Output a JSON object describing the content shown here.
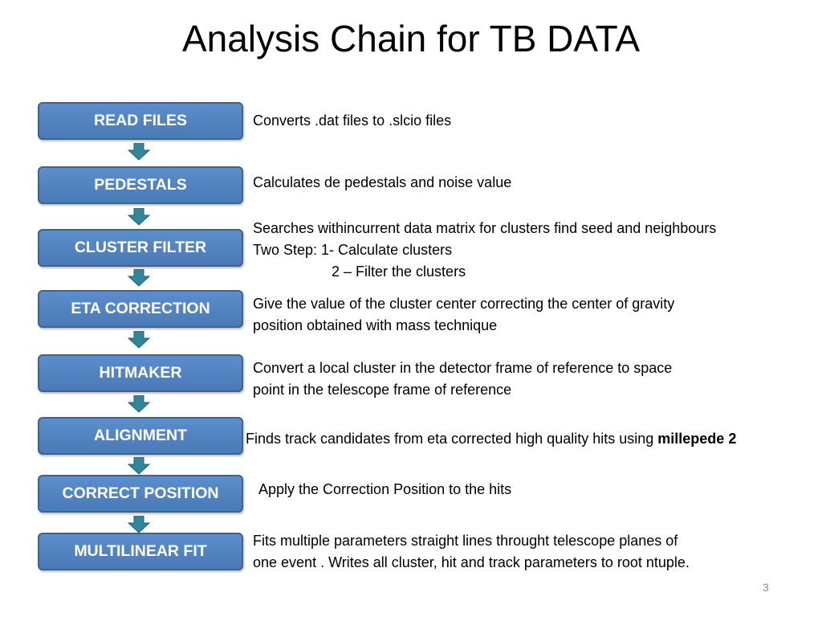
{
  "title": "Analysis Chain for TB DATA",
  "steps": [
    {
      "label": "READ FILES",
      "description": "Converts .dat files to .slcio files"
    },
    {
      "label": "PEDESTALS",
      "description": "Calculates de pedestals and noise value"
    },
    {
      "label": "CLUSTER FILTER",
      "description_lines": [
        "Searches withincurrent data matrix for clusters find seed and neighbours",
        "Two Step: 1- Calculate clusters",
        "2 – Filter the clusters"
      ]
    },
    {
      "label": "ETA CORRECTION",
      "description_lines": [
        "Give the value of the cluster center correcting the center of gravity",
        "position obtained with mass technique"
      ]
    },
    {
      "label": "HITMAKER",
      "description_lines": [
        "Convert a local cluster in the detector frame of reference to space",
        "point in the telescope frame of reference"
      ]
    },
    {
      "label": "ALIGNMENT",
      "description": "Finds track candidates from eta corrected high quality hits using",
      "description_bold": "millepede 2"
    },
    {
      "label": "CORRECT POSITION",
      "description": "Apply the Correction Position to the hits"
    },
    {
      "label": "MULTILINEAR FIT",
      "description_lines": [
        "Fits multiple parameters straight lines throught telescope planes of",
        "one event . Writes all cluster, hit and track parameters to root ntuple."
      ]
    }
  ],
  "page_number": "3",
  "colors": {
    "box_fill": "#4f81bd",
    "box_border": "#3a6495",
    "arrow_fill": "#31859c",
    "page_number": "#8a8a8a"
  }
}
